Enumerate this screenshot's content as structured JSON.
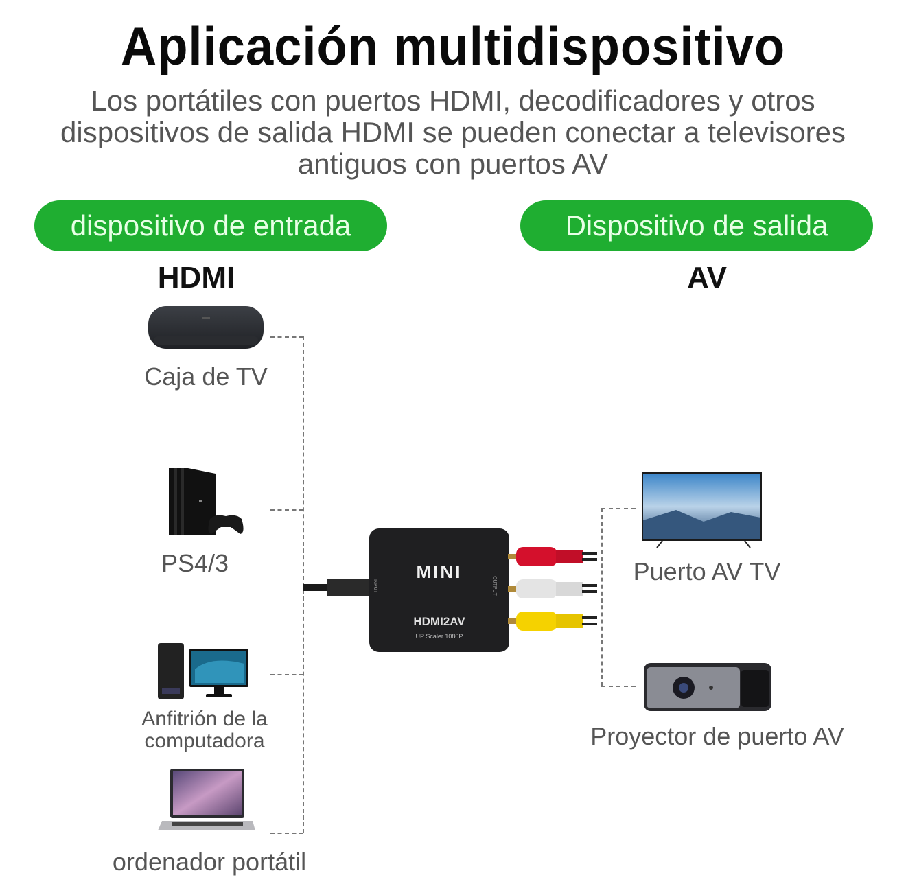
{
  "header": {
    "title": "Aplicación multidispositivo",
    "subtitle_lines": [
      "Los portátiles con puertos HDMI, decodificadores y otros",
      "dispositivos de salida HDMI se pueden conectar a televisores",
      "antiguos con puertos AV"
    ]
  },
  "input": {
    "badge": "dispositivo de entrada",
    "heading": "HDMI",
    "devices": [
      {
        "label": "Caja de TV",
        "icon": "tv-box-icon"
      },
      {
        "label": "PS4/3",
        "icon": "game-console-icon"
      },
      {
        "label_lines": [
          "Anfitrión de la",
          "computadora"
        ],
        "icon": "desktop-computer-icon"
      },
      {
        "label": "ordenador portátil",
        "icon": "laptop-icon"
      }
    ]
  },
  "output": {
    "badge": "Dispositivo de salida",
    "heading": "AV",
    "devices": [
      {
        "label": "Puerto AV TV",
        "icon": "television-icon"
      },
      {
        "label": "Proyector de puerto AV",
        "icon": "projector-icon"
      }
    ]
  },
  "adapter": {
    "brand": "MINI",
    "model": "HDMI2AV",
    "tagline": "UP Scaler 1080P",
    "input_port": "INPUT",
    "output_port": "OUTPUT",
    "rca_colors": [
      "#d4102c",
      "#e4e4e4",
      "#f5d200"
    ]
  },
  "colors": {
    "badge_green": "#1fae31",
    "badge_text": "#e8ffe6"
  }
}
